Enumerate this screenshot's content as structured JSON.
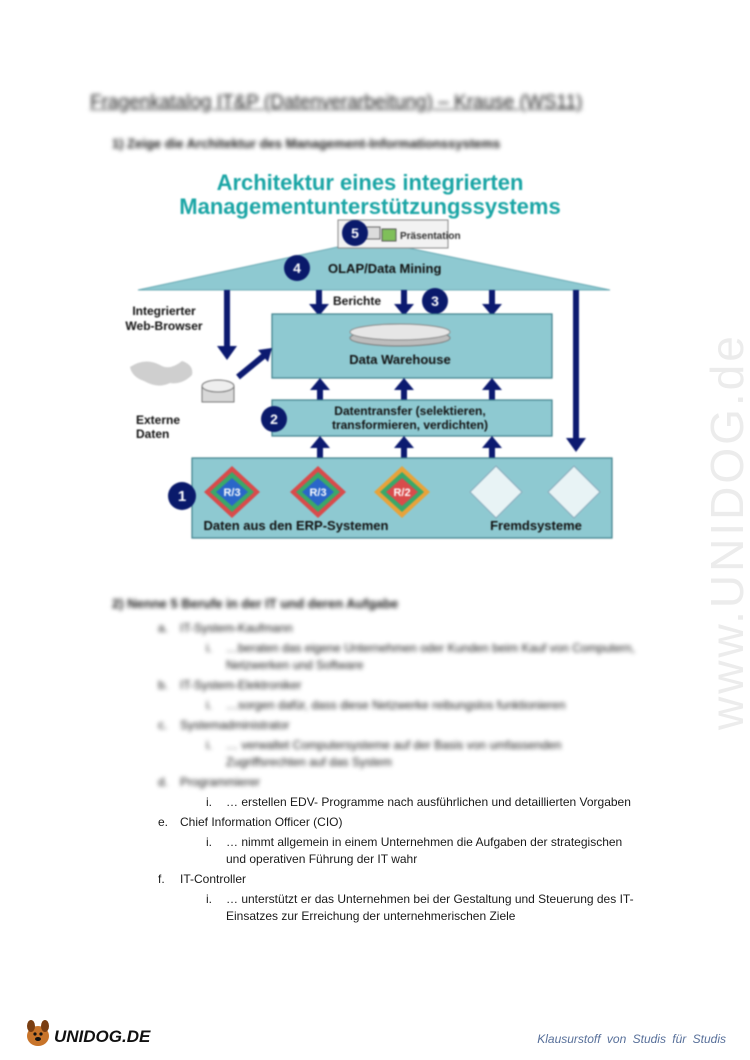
{
  "document": {
    "title": "Fragenkatalog IT&P (Datenverarbeitung) – Krause (WS11)",
    "question1": "1)  Zeige die Architektur des Management-Informationssystems",
    "question2": "2)  Nenne 5 Berufe in der IT und deren Aufgabe"
  },
  "diagram": {
    "title_line1": "Architektur eines integrierten",
    "title_line2": "Managementunterstützungssystems",
    "praesentation": "Präsentation",
    "olap": "OLAP/Data Mining",
    "berichte": "Berichte",
    "data_warehouse": "Data Warehouse",
    "web_browser_line1": "Integrierter",
    "web_browser_line2": "Web-Browser",
    "externe_line1": "Externe",
    "externe_line2": "Daten",
    "transfer_line1": "Datentransfer (selektieren,",
    "transfer_line2": "transformieren, verdichten)",
    "erp": "Daten aus den ERP-Systemen",
    "fremd": "Fremdsysteme",
    "r3_a": "R/3",
    "r3_b": "R/3",
    "r2": "R/2",
    "num1": "1",
    "num2": "2",
    "num3": "3",
    "num4": "4",
    "num5": "5",
    "colors": {
      "teal": "#8ec9d1",
      "title_teal": "#1aa5a5",
      "navy": "#0a1a6b",
      "arrow": "#0c1a70"
    }
  },
  "list": [
    {
      "marker": "a.",
      "text": "IT-System-Kaufmann"
    },
    {
      "marker": "i.",
      "text": "…beraten das eigene Unternehmen oder Kunden beim Kauf von Computern,"
    },
    {
      "marker": "",
      "text": "Netzwerken und Software"
    },
    {
      "marker": "b.",
      "text": "IT-System-Elektroniker"
    },
    {
      "marker": "i.",
      "text": "…sorgen dafür, dass diese Netzwerke reibungslos funktionieren"
    },
    {
      "marker": "c.",
      "text": "Systemadministrator"
    },
    {
      "marker": "i.",
      "text": "… verwaltet Computersysteme auf der Basis von umfassenden"
    },
    {
      "marker": "",
      "text": "Zugriffsrechten auf das System"
    },
    {
      "marker": "d.",
      "text": "Programmierer"
    },
    {
      "marker": "i.",
      "text": "… erstellen EDV- Programme nach ausführlichen und detaillierten Vorgaben"
    },
    {
      "marker": "e.",
      "text": "Chief Information Officer (CIO)"
    },
    {
      "marker": "i.",
      "text": "… nimmt allgemein in einem Unternehmen die Aufgaben der strategischen"
    },
    {
      "marker": "",
      "text": "und operativen Führung der IT  wahr"
    },
    {
      "marker": "f.",
      "text": "IT-Controller"
    },
    {
      "marker": "i.",
      "text": "… unterstützt er das Unternehmen bei der Gestaltung und Steuerung des IT-"
    },
    {
      "marker": "",
      "text": "Einsatzes zur Erreichung der unternehmerischen Ziele"
    }
  ],
  "watermark": "www.UNIDOG.de",
  "footer": {
    "logo_text": "UNIDOG.DE",
    "tagline": "Klausurstoff von Studis für Studis"
  }
}
